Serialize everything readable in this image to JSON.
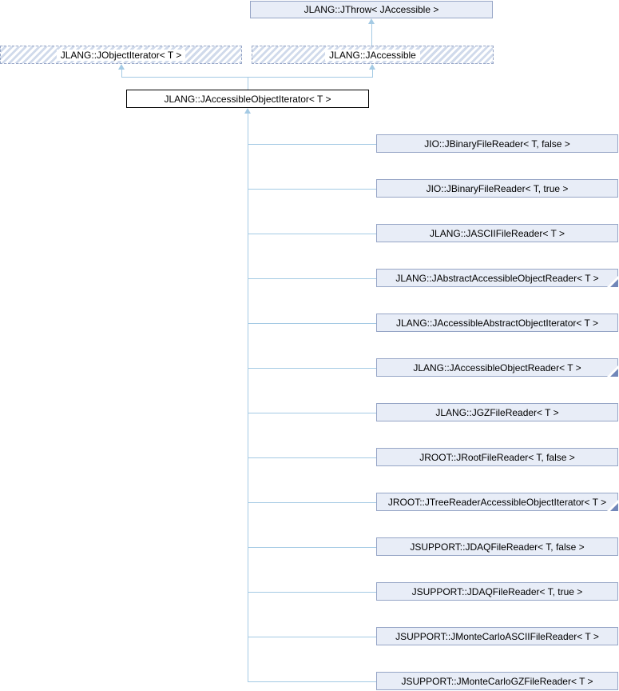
{
  "colors": {
    "background": "#FFFFFF",
    "node-fill": "#E8EDF7",
    "node-border": "#96A5C6",
    "main-border": "#000000",
    "edge": "#A4CAE4",
    "hatch": "#D0DAEB",
    "fold": "#7187B9",
    "text": "#000000"
  },
  "nodes": {
    "root": {
      "label": "JLANG::JThrow< JAccessible >"
    },
    "parent_left": {
      "label": "JLANG::JObjectIterator< T >"
    },
    "parent_right": {
      "label": "JLANG::JAccessible"
    },
    "main": {
      "label": "JLANG::JAccessibleObjectIterator< T >"
    }
  },
  "derived": [
    {
      "label": "JIO::JBinaryFileReader< T, false >",
      "truncated": false
    },
    {
      "label": "JIO::JBinaryFileReader< T, true >",
      "truncated": false
    },
    {
      "label": "JLANG::JASCIIFileReader< T >",
      "truncated": false
    },
    {
      "label": "JLANG::JAbstractAccessibleObjectReader< T >",
      "truncated": true
    },
    {
      "label": "JLANG::JAccessibleAbstractObjectIterator< T >",
      "truncated": false
    },
    {
      "label": "JLANG::JAccessibleObjectReader< T >",
      "truncated": true
    },
    {
      "label": "JLANG::JGZFileReader< T >",
      "truncated": false
    },
    {
      "label": "JROOT::JRootFileReader< T, false >",
      "truncated": false
    },
    {
      "label": "JROOT::JTreeReaderAccessibleObjectIterator< T >",
      "truncated": true
    },
    {
      "label": "JSUPPORT::JDAQFileReader< T, false >",
      "truncated": false
    },
    {
      "label": "JSUPPORT::JDAQFileReader< T, true >",
      "truncated": false
    },
    {
      "label": "JSUPPORT::JMonteCarloASCIIFileReader< T >",
      "truncated": false
    },
    {
      "label": "JSUPPORT::JMonteCarloGZFileReader< T >",
      "truncated": false
    }
  ]
}
